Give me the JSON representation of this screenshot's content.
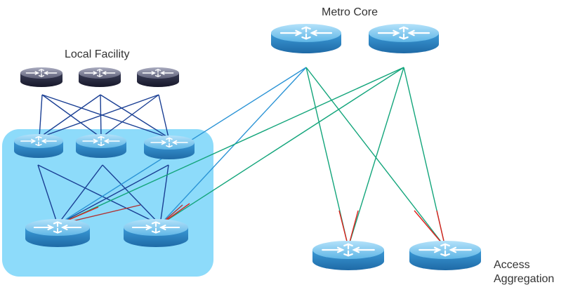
{
  "labels": {
    "metro_core": "Metro Core",
    "local_facility": "Local Facility",
    "access_aggregation_line1": "Access",
    "access_aggregation_line2": "Aggregation"
  },
  "icons": {
    "router": "router-icon"
  },
  "colors": {
    "facility_zone": "#8ddbfa",
    "link_local": "#1a3f94",
    "link_metro_blue": "#2a93d5",
    "link_metro_green": "#13a57b",
    "link_uplink_red": "#e0201c",
    "router_blue": "#3b9ad7",
    "router_dark": "#30334a"
  }
}
